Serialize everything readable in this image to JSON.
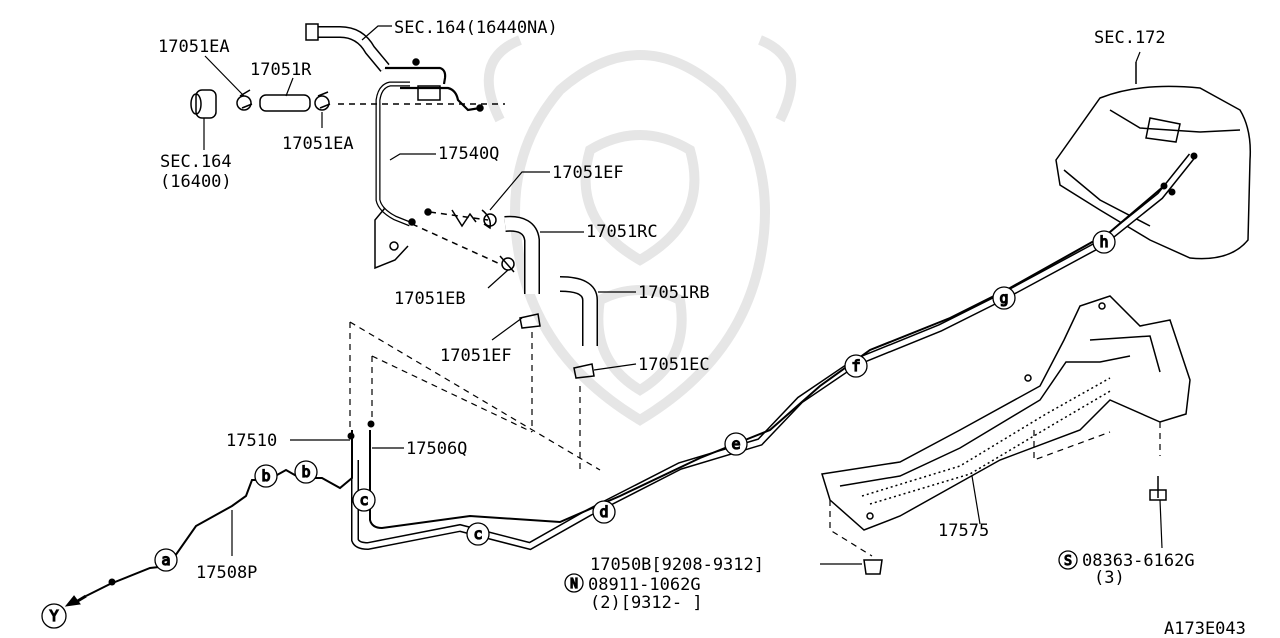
{
  "diagram": {
    "labels": {
      "sec164_16440na": "SEC.164(16440NA)",
      "p17051ea_top": "17051EA",
      "p17051r": "17051R",
      "p17051ea_bottom": "17051EA",
      "sec164": "SEC.164",
      "sec164_sub": "(16400)",
      "p17540q": "17540Q",
      "p17051ef_top": "17051EF",
      "p17051rc": "17051RC",
      "p17051rb": "17051RB",
      "p17051eb": "17051EB",
      "p17051ef_bottom": "17051EF",
      "p17051ec": "17051EC",
      "sec172": "SEC.172",
      "p17510": "17510",
      "p17506q": "17506Q",
      "p17508p": "17508P",
      "p17575": "17575",
      "p17050b": "17050B[9208-9312]",
      "p08911": "08911-1062G",
      "p08911_qty": "(2)[9312-     ]",
      "p08363": "08363-6162G",
      "p08363_qty": "(3)",
      "ref_code": "A173E043"
    },
    "markers": {
      "a": "a",
      "b1": "b",
      "b2": "b",
      "c1": "c",
      "c2": "c",
      "d": "d",
      "e": "e",
      "f": "f",
      "g": "g",
      "h": "h",
      "y": "Y",
      "n": "N",
      "s": "S"
    }
  }
}
